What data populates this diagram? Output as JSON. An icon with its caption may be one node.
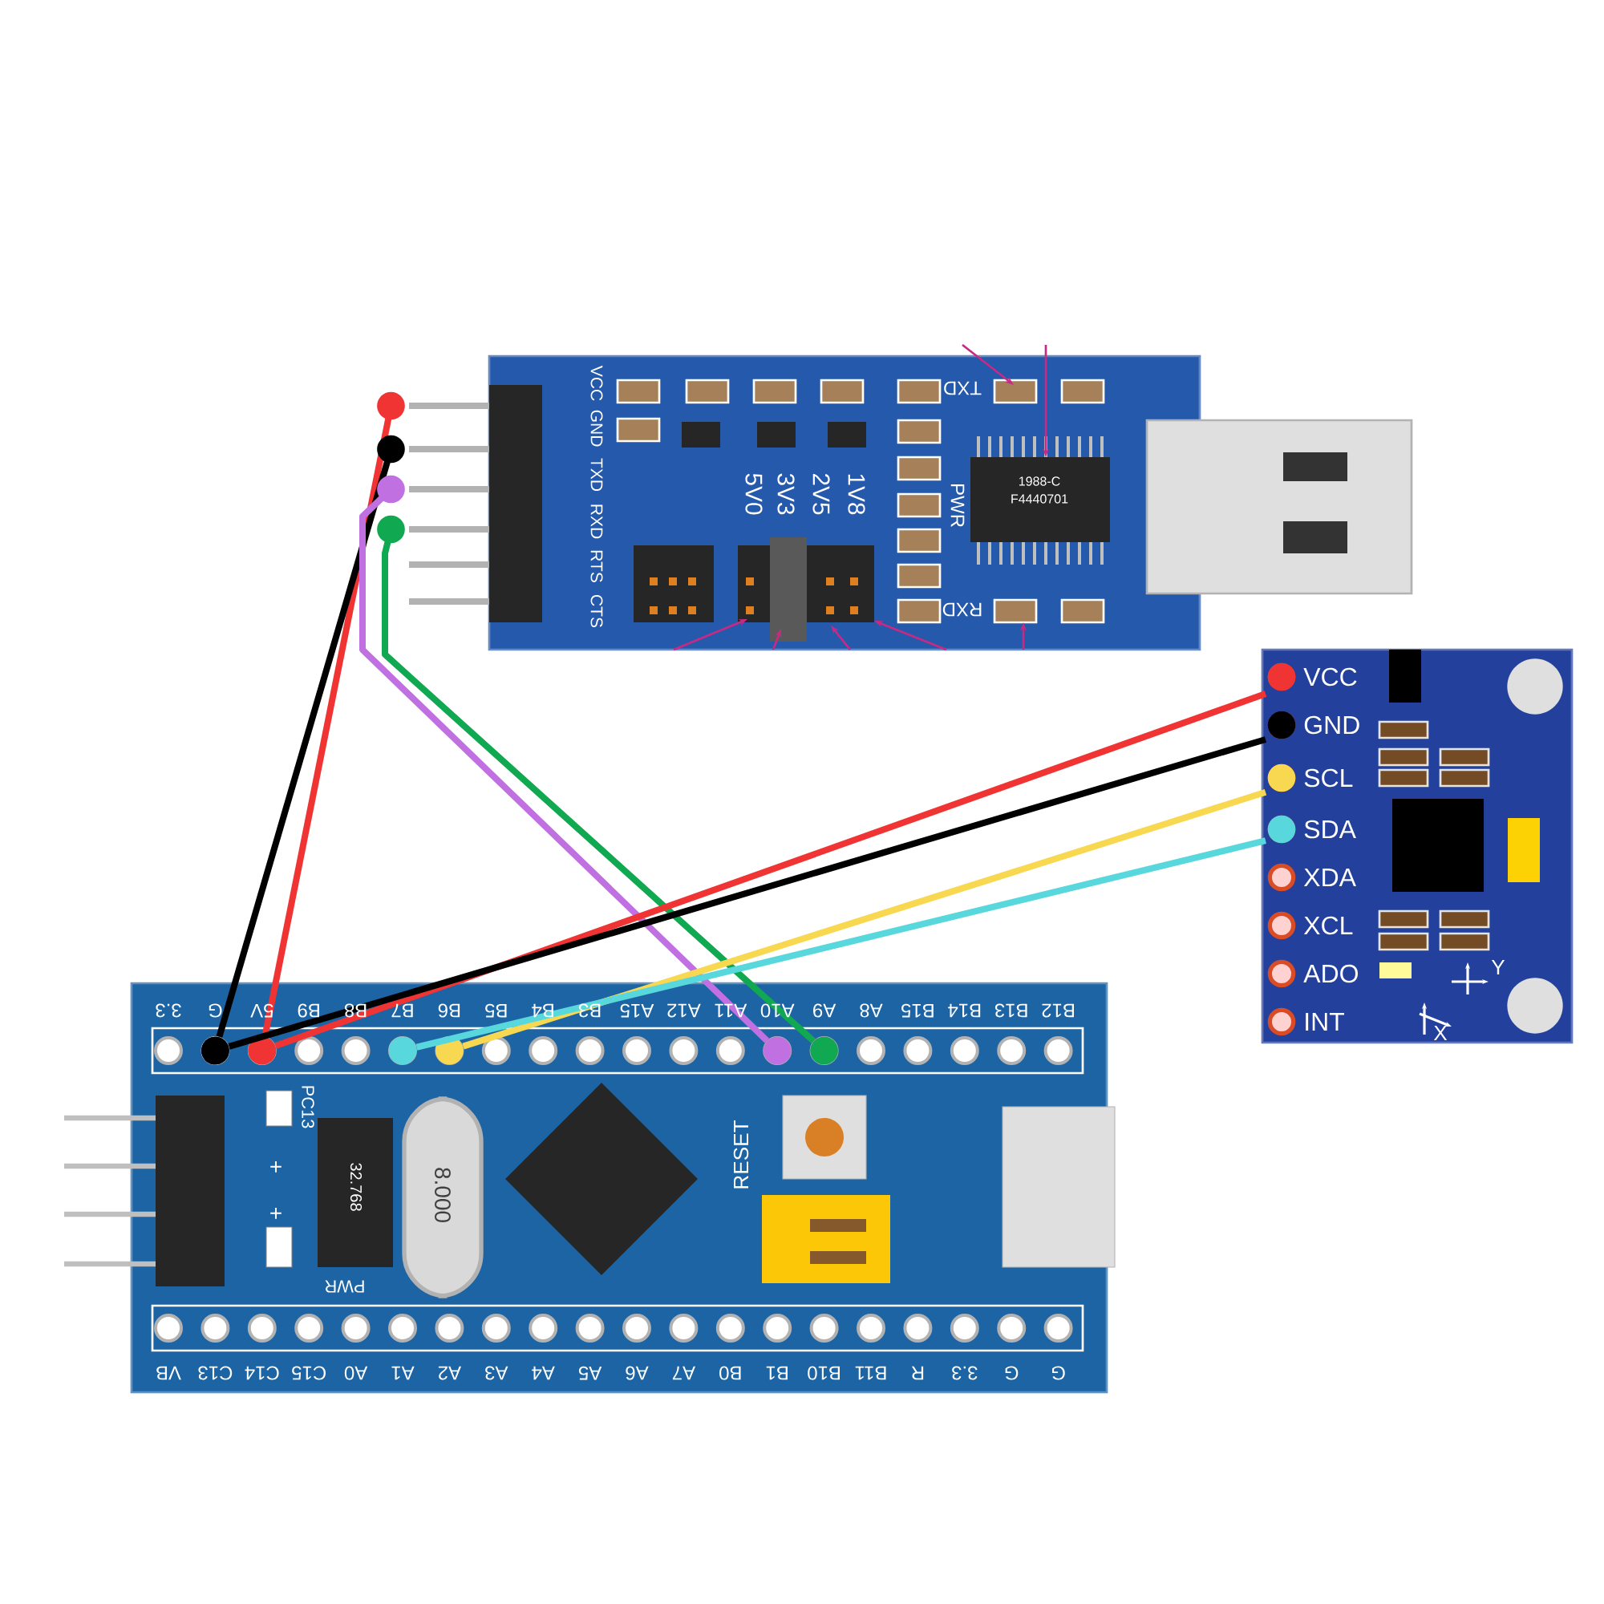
{
  "diagram": {
    "nodes": [
      {
        "text": [],
        "shape": "box"
      },
      {
        "text": [],
        "shape": "bar"
      },
      {
        "text": [],
        "shape": "bar"
      },
      {
        "text": [],
        "shape": "bar"
      },
      {
        "text": [],
        "shape": "bar"
      },
      {
        "text": [],
        "shape": "bar"
      },
      {
        "text": [],
        "shape": "bar"
      },
      {
        "text": [],
        "shape": "box"
      },
      {
        "text": [
          "VCC"
        ],
        "in": 7
      },
      {
        "text": [
          "GND"
        ],
        "in": 7
      },
      {
        "text": [
          "SCL"
        ],
        "in": 7
      },
      {
        "text": [
          "SDA"
        ],
        "in": 7
      },
      {
        "text": [
          "XDA"
        ],
        "in": 7
      },
      {
        "text": [
          "XCL"
        ],
        "in": 7
      },
      {
        "text": [
          "ADO"
        ],
        "in": 7
      },
      {
        "text": [
          "INT"
        ],
        "in": 7
      },
      {
        "text": [],
        "shape": "box"
      },
      {
        "text": [],
        "shape": "circle",
        "in": 16
      },
      {
        "text": [],
        "shape": "circle",
        "in": 16
      },
      {
        "text": [],
        "shape": "circle",
        "in": 16
      },
      {
        "text": [],
        "shape": "circle",
        "in": 16
      },
      {
        "text": [],
        "shape": "circle",
        "in": 16
      },
      {
        "text": [],
        "shape": "circle",
        "in": 16
      },
      {
        "text": [],
        "shape": "circle",
        "in": 16
      },
      {
        "text": [],
        "shape": "circle",
        "in": 16
      },
      {
        "text": [],
        "shape": "circle",
        "in": 16
      },
      {
        "text": [],
        "shape": "circle",
        "in": 16
      },
      {
        "text": [],
        "shape": "circle",
        "in": 16
      },
      {
        "text": [],
        "shape": "circle",
        "in": 16
      },
      {
        "text": [],
        "shape": "circle",
        "in": 16
      },
      {
        "text": [],
        "shape": "circle",
        "in": 16
      },
      {
        "text": [],
        "shape": "circle",
        "in": 16
      },
      {
        "text": [],
        "shape": "circle",
        "in": 16
      },
      {
        "text": [],
        "shape": "circle",
        "in": 16
      },
      {
        "text": [],
        "shape": "circle",
        "in": 16
      },
      {
        "text": [],
        "shape": "circle",
        "in": 16
      },
      {
        "text": [],
        "shape": "circle",
        "in": 16
      }
    ],
    "edges": [
      {
        "from": 1,
        "to": 19,
        "arrow": "other",
        "color": "#f03434"
      },
      {
        "from": 2,
        "to": 18,
        "arrow": "other",
        "color": "#000000"
      },
      {
        "from": 3,
        "to": 30,
        "arrow": "other",
        "color": "#c070e0"
      },
      {
        "from": 4,
        "to": 31,
        "arrow": "other",
        "color": "#10a850"
      },
      {
        "from": 8,
        "to": 19,
        "arrow": "other",
        "color": "#f03434"
      },
      {
        "from": 9,
        "to": 18,
        "arrow": "other",
        "color": "#000000"
      },
      {
        "from": 10,
        "to": 23,
        "arrow": "other",
        "color": "#f8d850"
      },
      {
        "from": 11,
        "to": 22,
        "arrow": "other",
        "color": "#58d8dc"
      }
    ],
    "labels": [
      "VCC",
      "GND",
      "TXD",
      "RXD",
      "RTS",
      "CTS",
      "TXD",
      "5V0",
      "3V3",
      "2V5",
      "1V8",
      "PWR",
      "1988-C",
      "F4440701",
      "RXD",
      "Y",
      "X",
      "3.3",
      "G",
      "5V",
      "B9",
      "B8",
      "B7",
      "B6",
      "B5",
      "B4",
      "B3",
      "A15",
      "A12",
      "A11",
      "A10",
      "A9",
      "A8",
      "B15",
      "B14",
      "B13",
      "B12",
      "PC13",
      "32.768",
      "+",
      "+",
      "PWR",
      "8.000",
      "RESET",
      "VB",
      "C13",
      "C14",
      "C15",
      "A0",
      "A1",
      "A2",
      "A3",
      "A4",
      "A5",
      "A6",
      "A7",
      "B0",
      "B1",
      "B10",
      "B11",
      "R",
      "3.3",
      "G",
      "G"
    ]
  }
}
